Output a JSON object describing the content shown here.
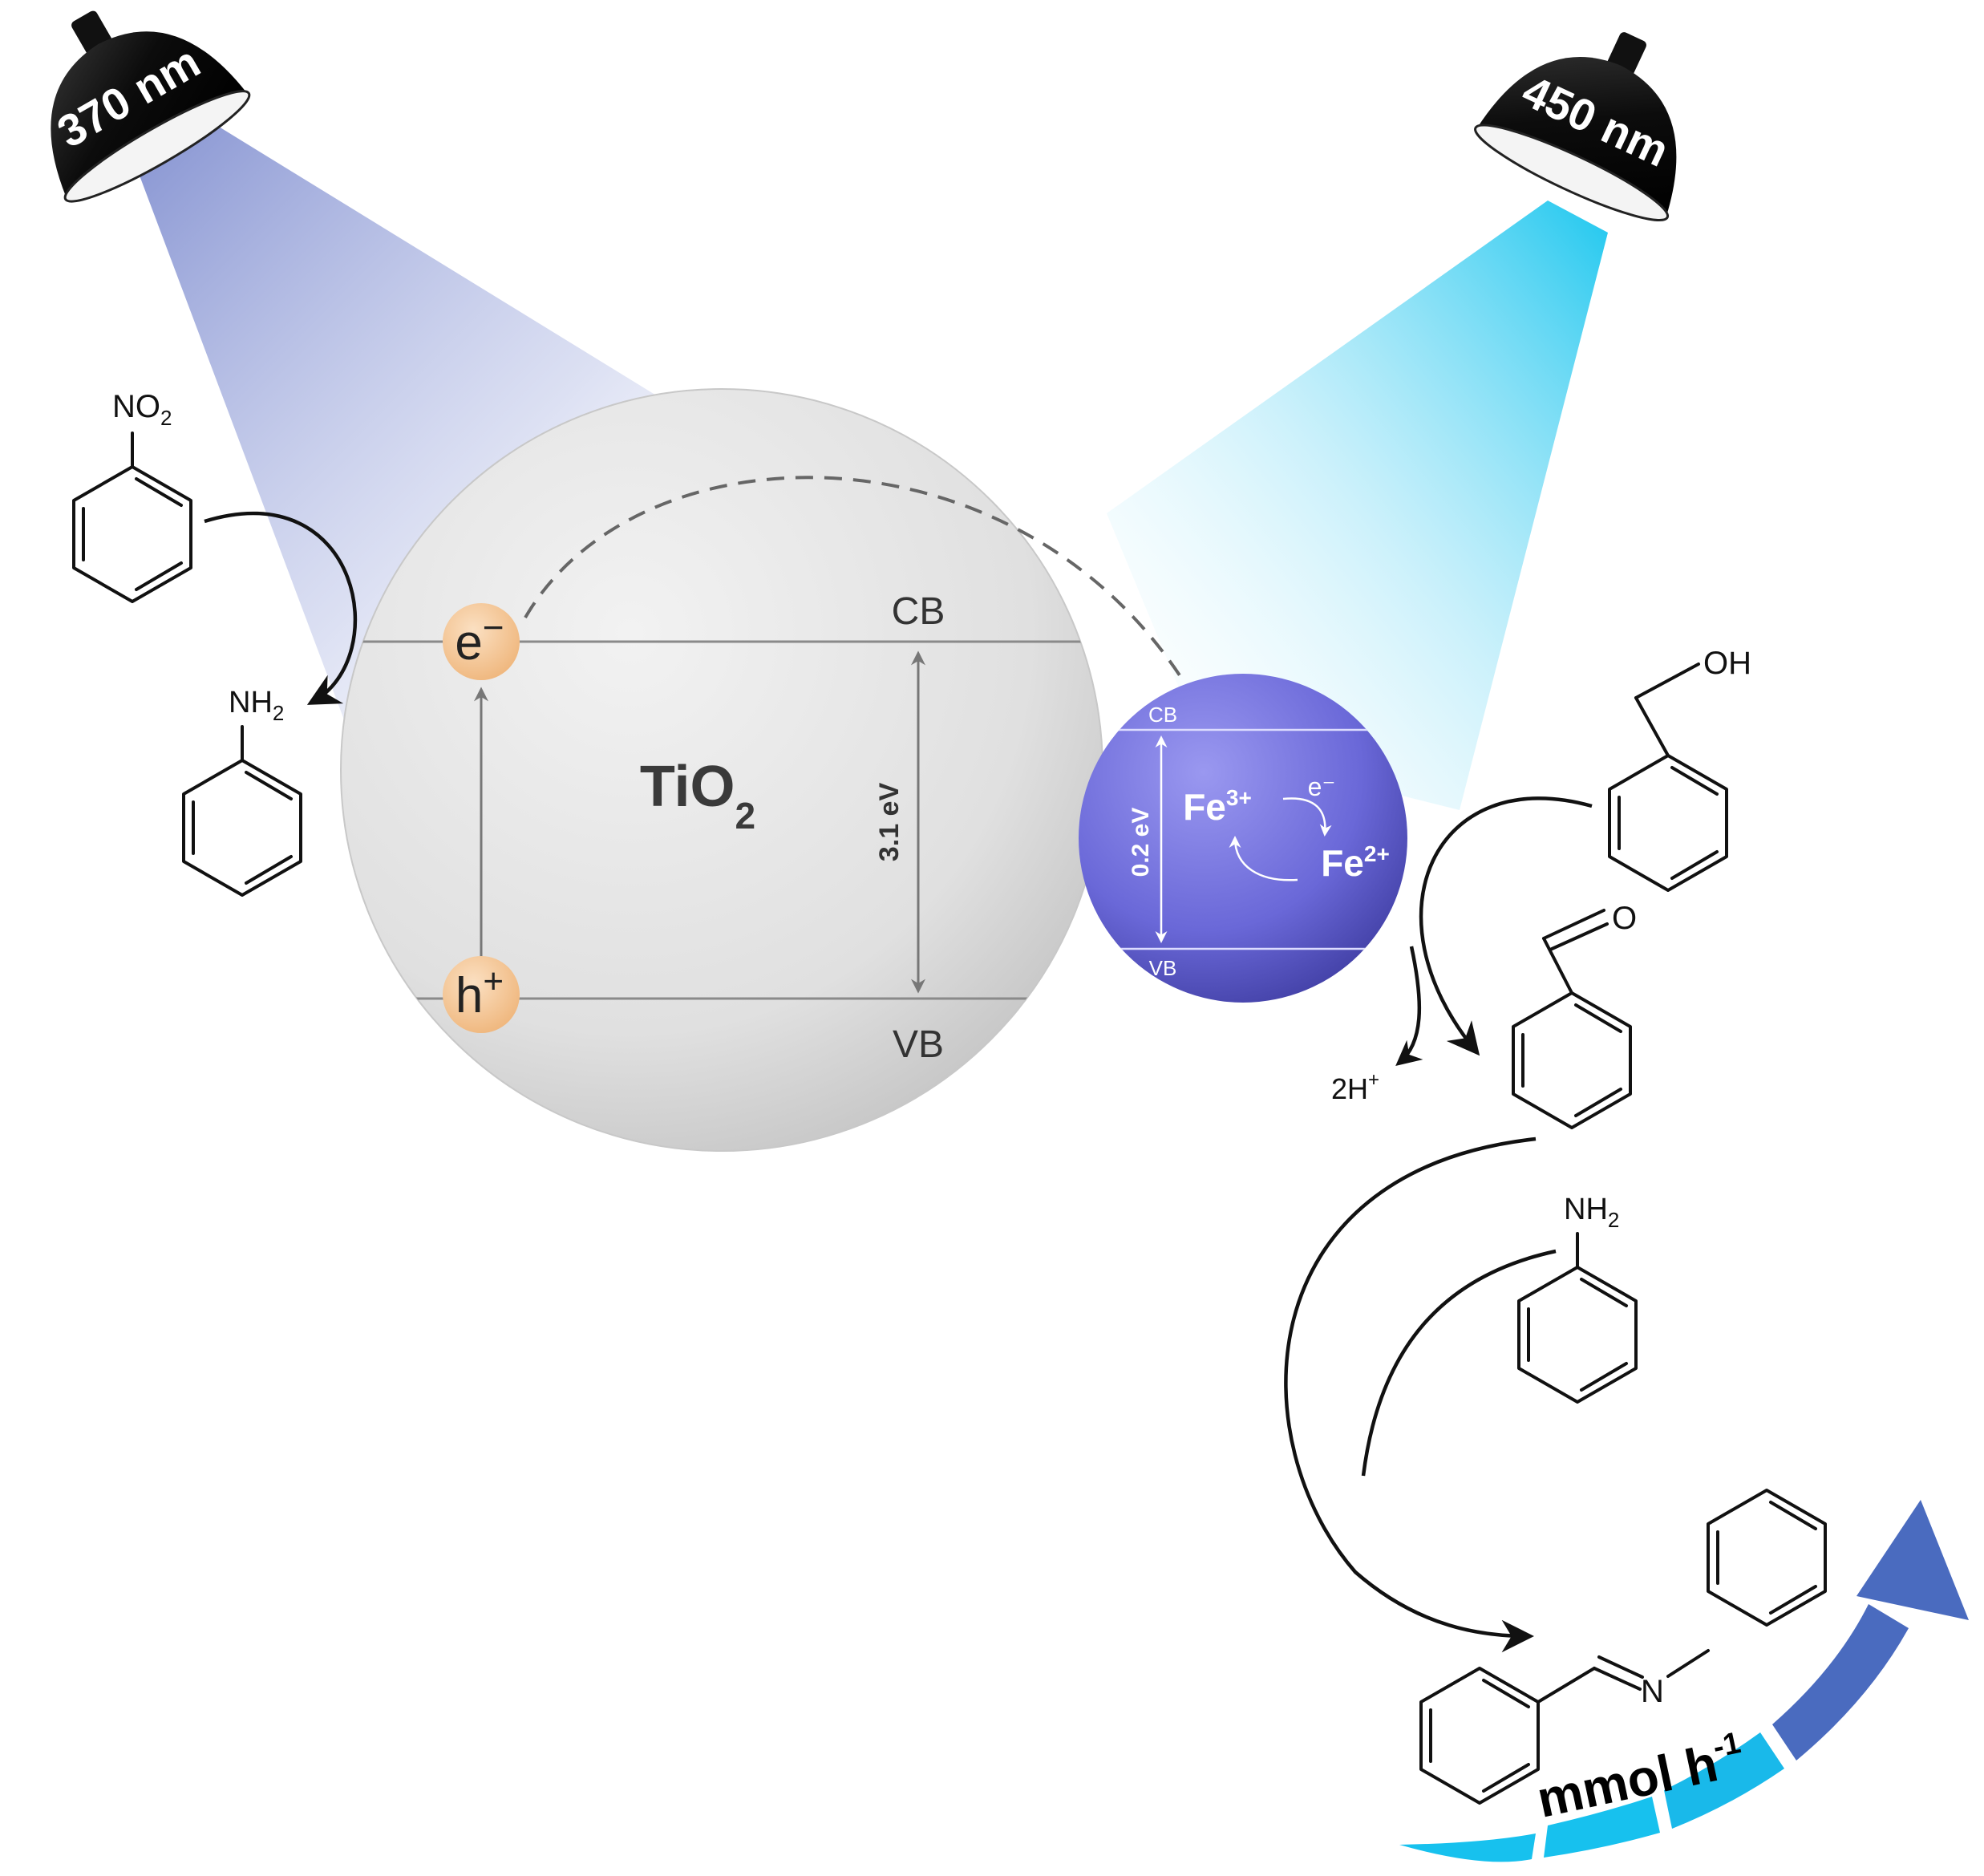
{
  "lamps": {
    "left": {
      "label": "370 nm",
      "beam_color": "#6f7fc9"
    },
    "right": {
      "label": "450 nm",
      "beam_color": "#12c4ee"
    }
  },
  "tio2": {
    "name_main": "TiO",
    "name_sub": "2",
    "cb_label": "CB",
    "vb_label": "VB",
    "band_gap": "3.1 eV",
    "electron": "e",
    "electron_sign": "−",
    "hole": "h",
    "hole_sign": "+",
    "sphere_color": "#e6e6e6",
    "carrier_color": "#f6c795"
  },
  "fe_particle": {
    "cb_label": "CB",
    "vb_label": "VB",
    "band_gap": "0.2 eV",
    "fe3": "Fe",
    "fe3_charge": "3+",
    "fe2": "Fe",
    "fe2_charge": "2+",
    "electron": "e⁻",
    "sphere_color": "#6a68d8"
  },
  "chemistry": {
    "nitro_group": "NO",
    "nitro_sub": "2",
    "amine_group": "NH",
    "amine_sub": "2",
    "hydroxyl_group": "OH",
    "carbonyl_o": "O",
    "protons": "2H",
    "protons_charge": "+",
    "amine2_group": "NH",
    "amine2_sub": "2",
    "imine_n": "N"
  },
  "rate": {
    "label": "mmol h",
    "superscript": "-1",
    "arrow_color_dark": "#4a6bbf",
    "arrow_color_light": "#17c1ee"
  }
}
